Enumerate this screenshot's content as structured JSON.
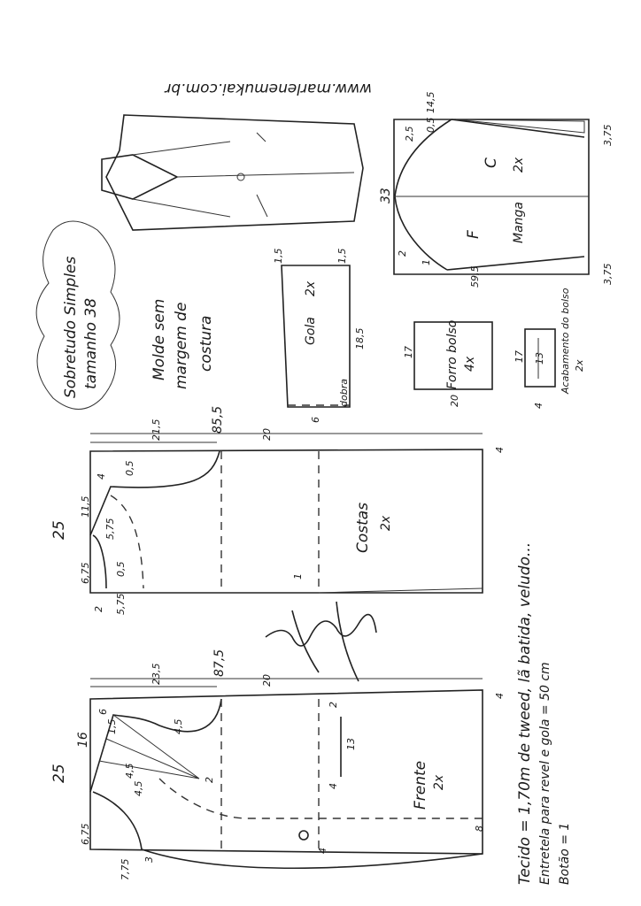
{
  "website": "www.marlenemukai.com.br",
  "title": {
    "line1": "Sobretudo Simples",
    "line2": "tamanho 38"
  },
  "note": {
    "line1": "Molde sem",
    "line2": "margem de",
    "line3": "costura"
  },
  "gola": {
    "name": "Gola",
    "qty": "2x",
    "fold": "dobra",
    "top_left": "1,5",
    "top_right": "1,5",
    "length": "18,5",
    "width": "6"
  },
  "manga": {
    "name": "Manga",
    "qty": "2x",
    "front": "F",
    "back": "C",
    "height": "33",
    "cap": "14,5",
    "length": "59,5",
    "hem_top": "3,75",
    "hem_bottom": "3,75",
    "m1": "2,5",
    "m2": "0,5",
    "m3": "2",
    "m4": "1"
  },
  "forro_bolso": {
    "name": "Forro bolso",
    "qty": "4x",
    "h": "17",
    "w": "20"
  },
  "acabamento": {
    "name": "Acabamento do bolso",
    "qty": "2x",
    "h": "17",
    "inner": "13",
    "w": "4"
  },
  "costas": {
    "name": "Costas",
    "qty": "2x",
    "total": "85,5",
    "upper": "21,5",
    "lower": "20",
    "width": "25",
    "d1": "4",
    "d2": "11,5",
    "d3": "6,75",
    "d4": "5,75",
    "d5": "0,5",
    "d6": "0,5",
    "d7": "2",
    "d8": "5,75",
    "d9": "1",
    "hem": "4"
  },
  "frente": {
    "name": "Frente",
    "qty": "2x",
    "total": "87,5",
    "upper": "23,5",
    "lower": "20",
    "width": "25",
    "d1": "6",
    "d2": "16",
    "d3": "6,75",
    "d4": "4,5",
    "d5": "4,5",
    "d6": "7,75",
    "d7": "3",
    "d8": "2",
    "d9": "2",
    "d10": "13",
    "d11": "4",
    "d12": "4",
    "d13": "8",
    "d14": "4",
    "d15": "1,5",
    "d16": "4,5"
  },
  "materials": {
    "fabric": "Tecido = 1,70m de tweed, lã batida, veludo...",
    "interfacing": "Entretela para revel e gola = 50 cm",
    "buttons": "Botão = 1"
  },
  "signature": "Marlene Mukai"
}
